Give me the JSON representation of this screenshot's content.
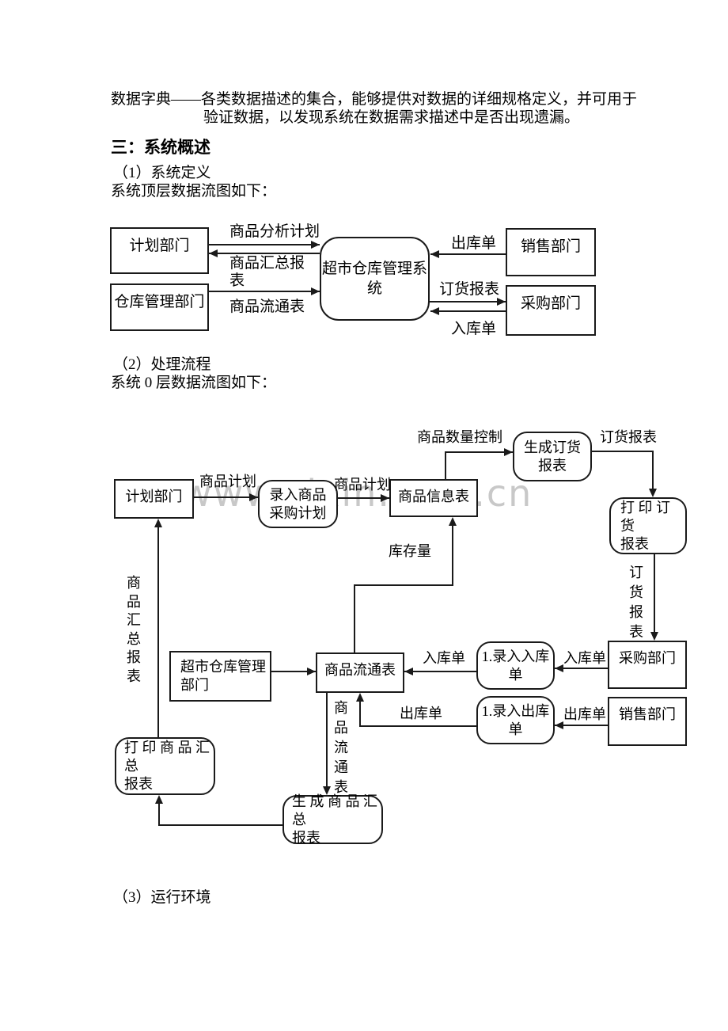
{
  "document": {
    "intro_line1": "数据字典——各类数据描述的集合，能够提供对数据的详细规格定义，并可用于",
    "intro_line2": "验证数据，以发现系统在数据需求描述中是否出现遗漏。",
    "heading": "三：系统概述",
    "item1": "（1）系统定义",
    "caption1": "系统顶层数据流图如下：",
    "item2": "（2）处理流程",
    "caption2": "系统 0 层数据流图如下：",
    "item3": "（3）运行环境"
  },
  "watermark": {
    "text": "www.zixin.com.cn",
    "color": "#c8c8c8"
  },
  "diagram1": {
    "boxes": {
      "planning_dept": "计划部门",
      "warehouse_mgmt_dept": "仓库管理部门",
      "system_process": "超市仓库管理系\n统",
      "sales_dept": "销售部门",
      "purchasing_dept": "采购部门"
    },
    "flows": {
      "product_analysis_plan": "商品分析计划",
      "product_summary_report": "商品汇总报\n表",
      "product_circulation_table": "商品流通表",
      "outbound_order": "出库单",
      "order_report": "订货报表",
      "inbound_order": "入库单"
    }
  },
  "diagram2": {
    "boxes": {
      "planning_dept": "计划部门",
      "enter_purchase_plan": "录入商品\n采购计划",
      "product_info_table": "商品信息表",
      "generate_order_report": "生成订货\n报表",
      "print_order_report": "打 印 订 货\n报表",
      "warehouse_mgmt_dept": "超市仓库管理\n部门",
      "product_circulation_table": "商品流通表",
      "enter_inbound_order": "1.录入入库\n单",
      "purchasing_dept": "采购部门",
      "enter_outbound_order": "1.录入出库\n单",
      "sales_dept": "销售部门",
      "print_summary_report": "打 印 商 品 汇 总\n报表",
      "generate_summary_report": "生 成 商 品 汇 总\n报表"
    },
    "flows": {
      "product_plan_1": "商品计划",
      "product_plan_2": "商品计划",
      "quantity_control": "商品数量控制",
      "order_report_top": "订货报表",
      "order_report_vertical": "订\n货\n报\n表",
      "stock_level": "库存量",
      "inbound_order_left": "入库单",
      "inbound_order_right": "入库单",
      "outbound_order_left": "出库单",
      "outbound_order_right": "出库单",
      "summary_report_vertical": "商\n品\n汇\n总\n报\n表",
      "circulation_table_vertical": "商\n品\n流\n通\n表"
    }
  }
}
